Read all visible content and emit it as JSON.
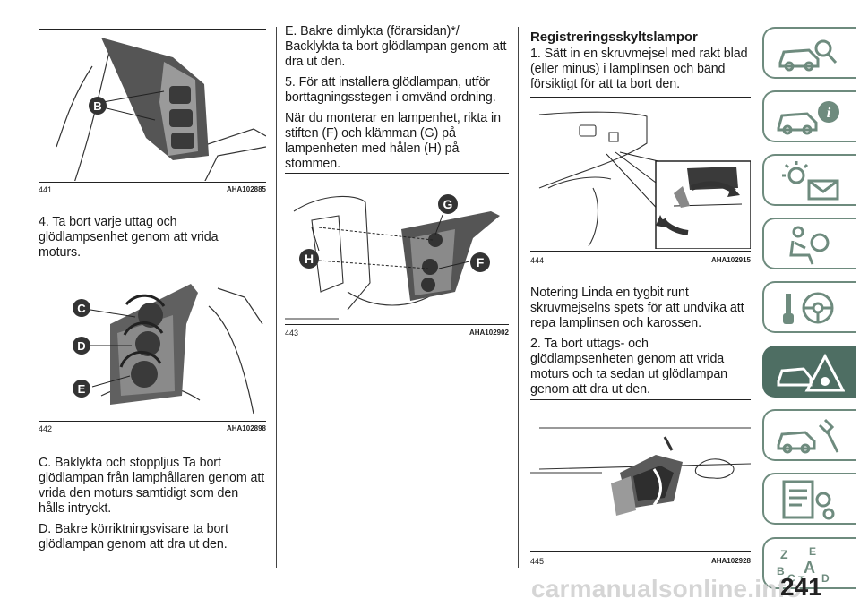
{
  "figures": {
    "f441": {
      "number": "441",
      "code": "AHA102885",
      "callouts": [
        "B"
      ]
    },
    "f442": {
      "number": "442",
      "code": "AHA102898",
      "callouts": [
        "C",
        "D",
        "E"
      ]
    },
    "f443": {
      "number": "443",
      "code": "AHA102902",
      "callouts": [
        "G",
        "H",
        "F"
      ]
    },
    "f444": {
      "number": "444",
      "code": "AHA102915"
    },
    "f445": {
      "number": "445",
      "code": "AHA102928"
    }
  },
  "col1": {
    "p1": "4. Ta bort varje uttag och glödlampsenhet genom att vrida moturs.",
    "p2": "C. Baklykta och stoppljus Ta bort glödlampan från lamphållaren genom att vrida den moturs samtidigt som den hålls intryckt.",
    "p3": "D. Bakre körriktningsvisare ta bort glödlampan genom att dra ut den."
  },
  "col2": {
    "p1": "E. Bakre dimlykta (förarsidan)*/ Backlykta ta bort glödlampan genom att dra ut den.",
    "p2": "5. För att installera glödlampan, utför borttagningsstegen i omvänd ordning.",
    "p3": "När du monterar en lampenhet, rikta in stiften (F) och klämman (G) på lampenheten med hålen (H) på stommen."
  },
  "col3": {
    "heading": "Registreringsskyltslampor",
    "p1": "1. Sätt in en skruvmejsel med rakt blad (eller minus) i lamplinsen och bänd försiktigt för att ta bort den.",
    "p2": "Notering Linda en tygbit runt skruvmejselns spets för att undvika att repa lamplinsen och karossen.",
    "p3": "2. Ta bort uttags- och glödlampsenheten genom att vrida moturs och ta sedan ut glödlampan genom att dra ut den."
  },
  "sidebar": {
    "tabs": [
      "car-search-icon",
      "car-info-icon",
      "warning-lights-icon",
      "airbag-seat-icon",
      "steering-key-icon",
      "car-warning-triangle-icon",
      "car-service-icon",
      "specs-gears-icon",
      "alphabet-index-icon"
    ],
    "letters": [
      "Z",
      "E",
      "B",
      "A",
      "C",
      "T",
      "D"
    ],
    "active_color": "#4e6e63",
    "border_color": "#6e8b7e"
  },
  "page_number": "241",
  "watermark": "carmanualsonline.info"
}
